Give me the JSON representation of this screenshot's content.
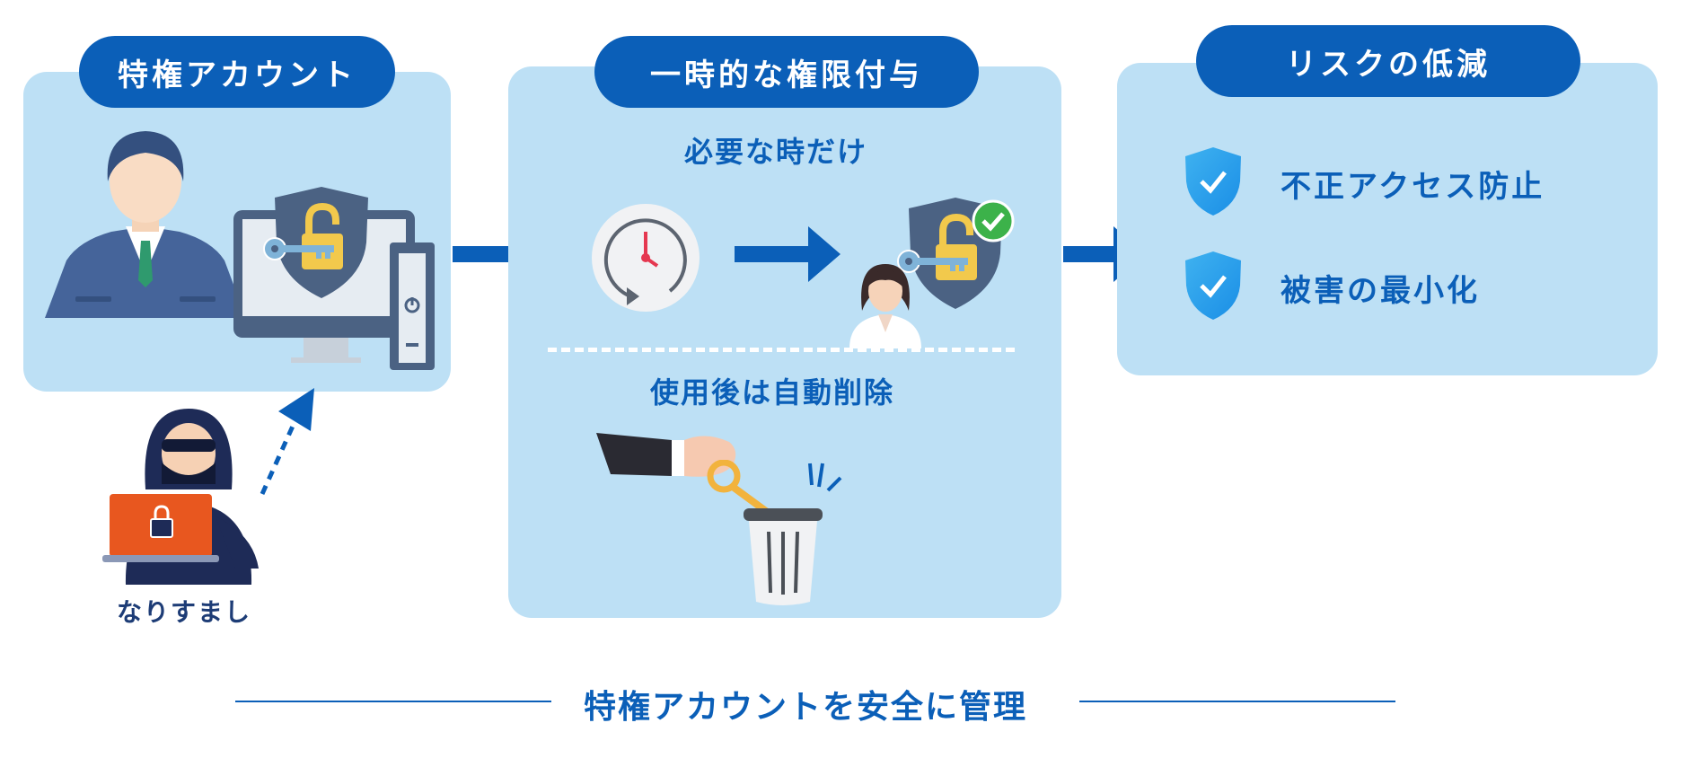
{
  "colors": {
    "brand_blue": "#0b5fb8",
    "panel_blue": "#bde0f5",
    "navy_label": "#1d3c76",
    "check_green": "#3cb24a",
    "lock_gold": "#f2c94c",
    "laptop_orange": "#e8571f"
  },
  "icons": [
    "person-icon",
    "monitor-icon",
    "shield-lock-icon",
    "key-icon",
    "hacker-icon",
    "laptop-icon",
    "clock-icon",
    "woman-icon",
    "check-icon",
    "hand-icon",
    "trash-icon",
    "shield-check-icon"
  ],
  "panels": {
    "privileged": {
      "title": "特権アカウント"
    },
    "temporary": {
      "title": "一時的な権限付与",
      "when_needed": "必要な時だけ",
      "auto_delete": "使用後は自動削除"
    },
    "risk": {
      "title": "リスクの低減",
      "items": [
        "不正アクセス防止",
        "被害の最小化"
      ]
    }
  },
  "impersonation": "なりすまし",
  "footer": "特権アカウントを安全に管理"
}
